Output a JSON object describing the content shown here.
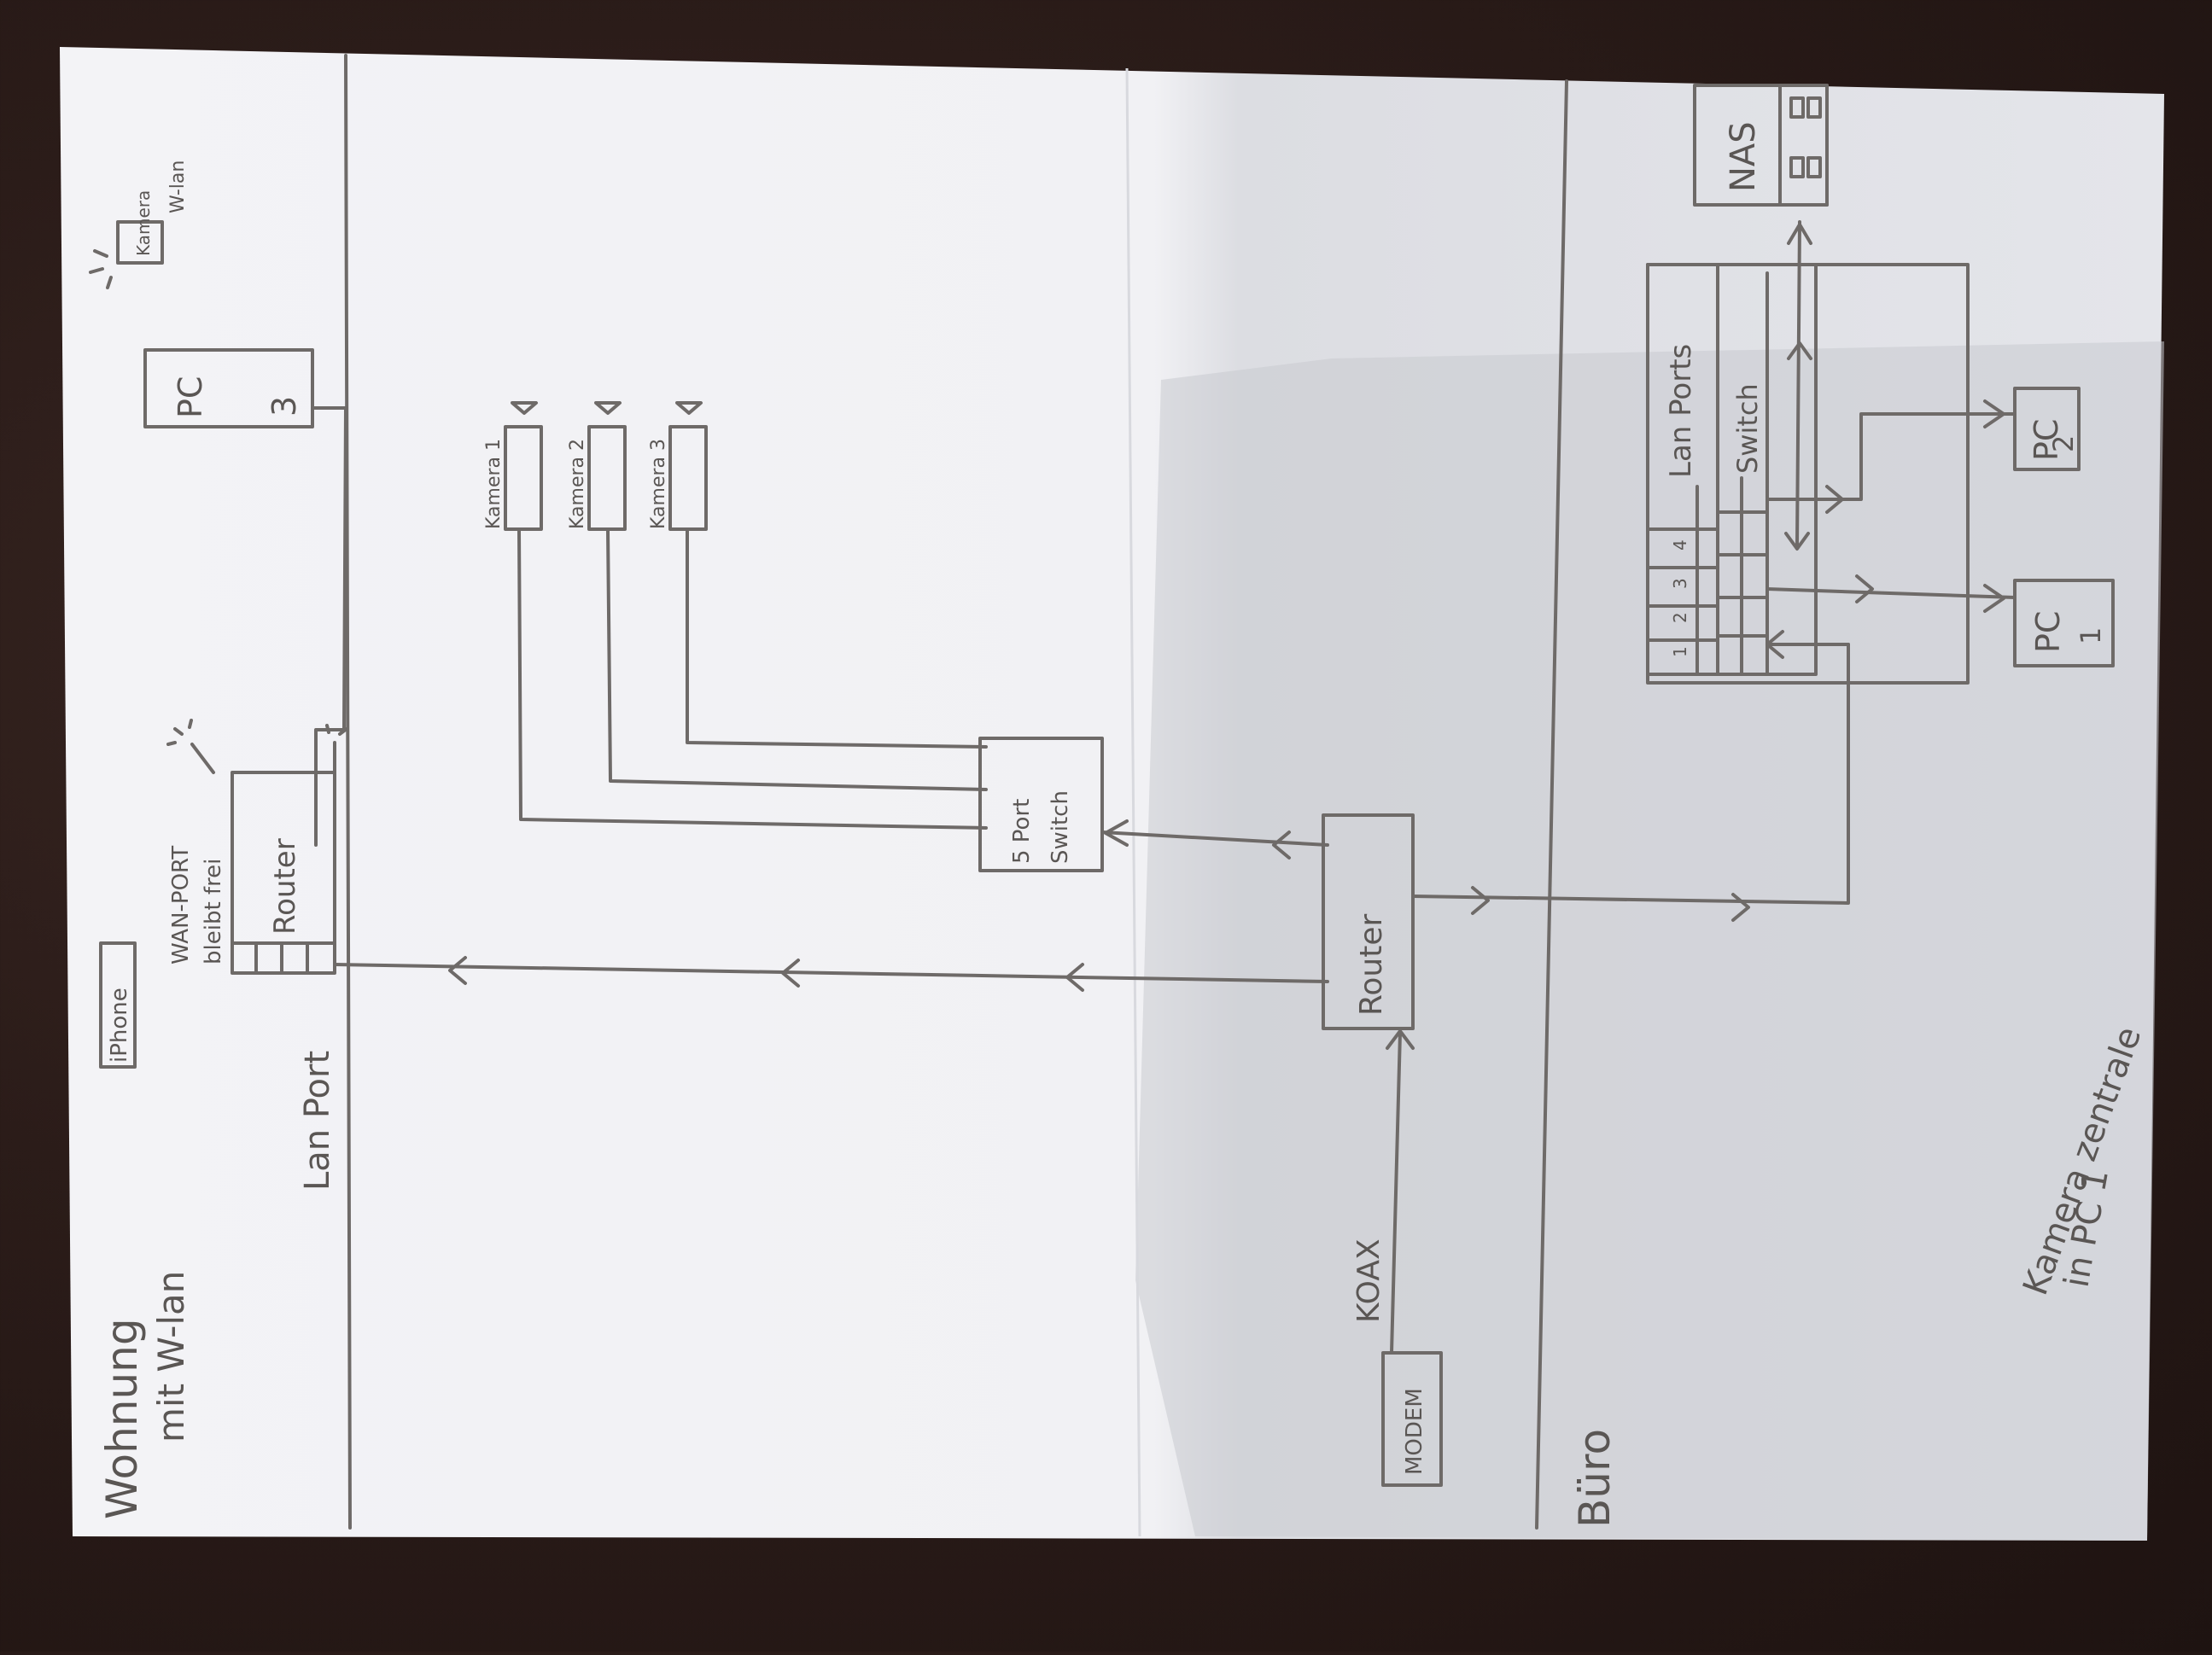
{
  "rooms": {
    "apartment_title": "Wohnung",
    "apartment_subtitle": "mit W-lan",
    "office_title": "Büro"
  },
  "devices": {
    "kamera_wlan_label": "Kamera",
    "kamera_wlan_sub": "W-lan",
    "pc3_label": "PC",
    "pc3_number": "3",
    "iphone_label": "iPhone",
    "router_apartment_label": "Router",
    "wan_port_label": "WAN-PORT",
    "wan_port_note": "bleibt frei",
    "lan_port_label": "Lan Port",
    "kamera1_label": "Kamera 1",
    "kamera2_label": "Kamera 2",
    "kamera3_label": "Kamera 3",
    "switch5_label_1": "5 Port",
    "switch5_label_2": "Switch",
    "main_router_label": "Router",
    "modem_label": "MODEM",
    "koax_label": "KOAX",
    "nas_label": "NAS",
    "lan_ports_label": "Lan Ports",
    "switch_label": "Switch",
    "port_numbers": [
      "1",
      "2",
      "3",
      "4"
    ],
    "pc2_label": "PC",
    "pc2_number": "2",
    "pc1_label": "PC",
    "pc1_number": "1",
    "note_line1": "Kamera zentrale",
    "note_line2": "in PC 1"
  },
  "colors": {
    "ink": "#6e6a68",
    "ink_dark": "#4a4644",
    "paper": "#eeeef2"
  }
}
